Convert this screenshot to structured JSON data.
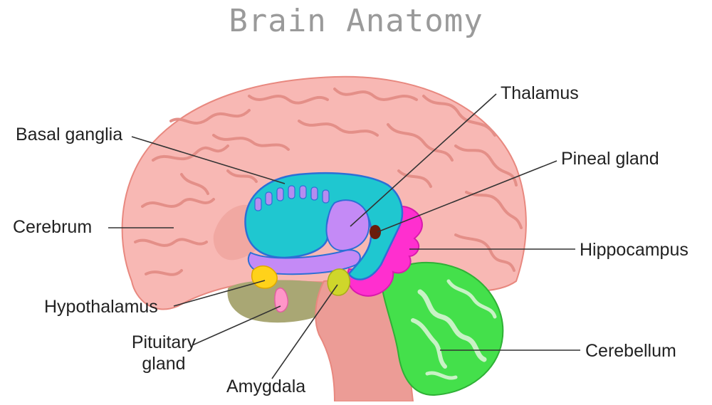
{
  "title": "Brain Anatomy",
  "labels": {
    "thalamus": "Thalamus",
    "basal_ganglia": "Basal ganglia",
    "pineal_gland": "Pineal gland",
    "cerebrum": "Cerebrum",
    "hippocampus": "Hippocampus",
    "hypothalamus": "Hypothalamus",
    "pituitary_gland": "Pituitary gland",
    "amygdala": "Amygdala",
    "cerebellum": "Cerebellum"
  },
  "colors": {
    "cerebrum": "#f8b8b4",
    "cerebrum_outline": "#e8887f",
    "gyri": "#e48f88",
    "brainstem": "#ec9c96",
    "olive": "#a9a774",
    "basal_ganglia": "#1fc7d0",
    "basal_ganglia_outline": "#2c6fd6",
    "thalamus": "#c48af6",
    "pineal_gland": "#6a1c0c",
    "hippocampus": "#ff2fcf",
    "cerebellum": "#44e04b",
    "cerebellum_light": "#c8f2c5",
    "hypothalamus": "#ffd21a",
    "pituitary_gland": "#ff96c8",
    "amygdala": "#cfd62b",
    "leader_line": "#333333"
  }
}
